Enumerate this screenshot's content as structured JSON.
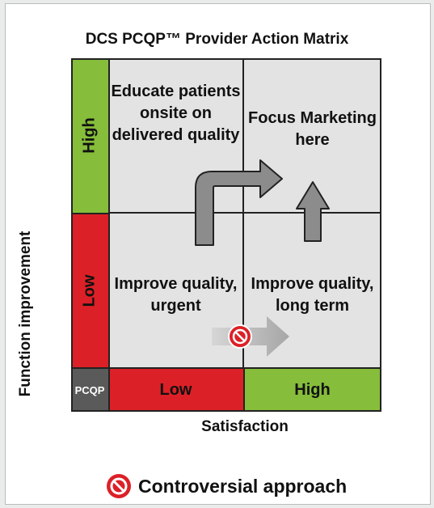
{
  "title": "DCS PCQP™ Provider Action Matrix",
  "y_axis_label": "Function improvement",
  "x_axis_label": "Satisfaction",
  "y_bands": {
    "high": "High",
    "low": "Low"
  },
  "x_bands": {
    "low": "Low",
    "high": "High"
  },
  "corner_label": "PCQP",
  "quadrants": {
    "top_left": "Educate patients onsite on delivered quality",
    "top_right": "Focus Marketing here",
    "bottom_left": "Improve quality, urgent",
    "bottom_right": "Improve quality, long term"
  },
  "legend": {
    "label": "Controversial approach",
    "icon": "prohibited-icon"
  },
  "colors": {
    "green": "#86bd3a",
    "red": "#dc2027",
    "gray_cell": "#e3e3e3",
    "pcqp": "#5a5a5a",
    "arrow": "#8c8c8c"
  }
}
